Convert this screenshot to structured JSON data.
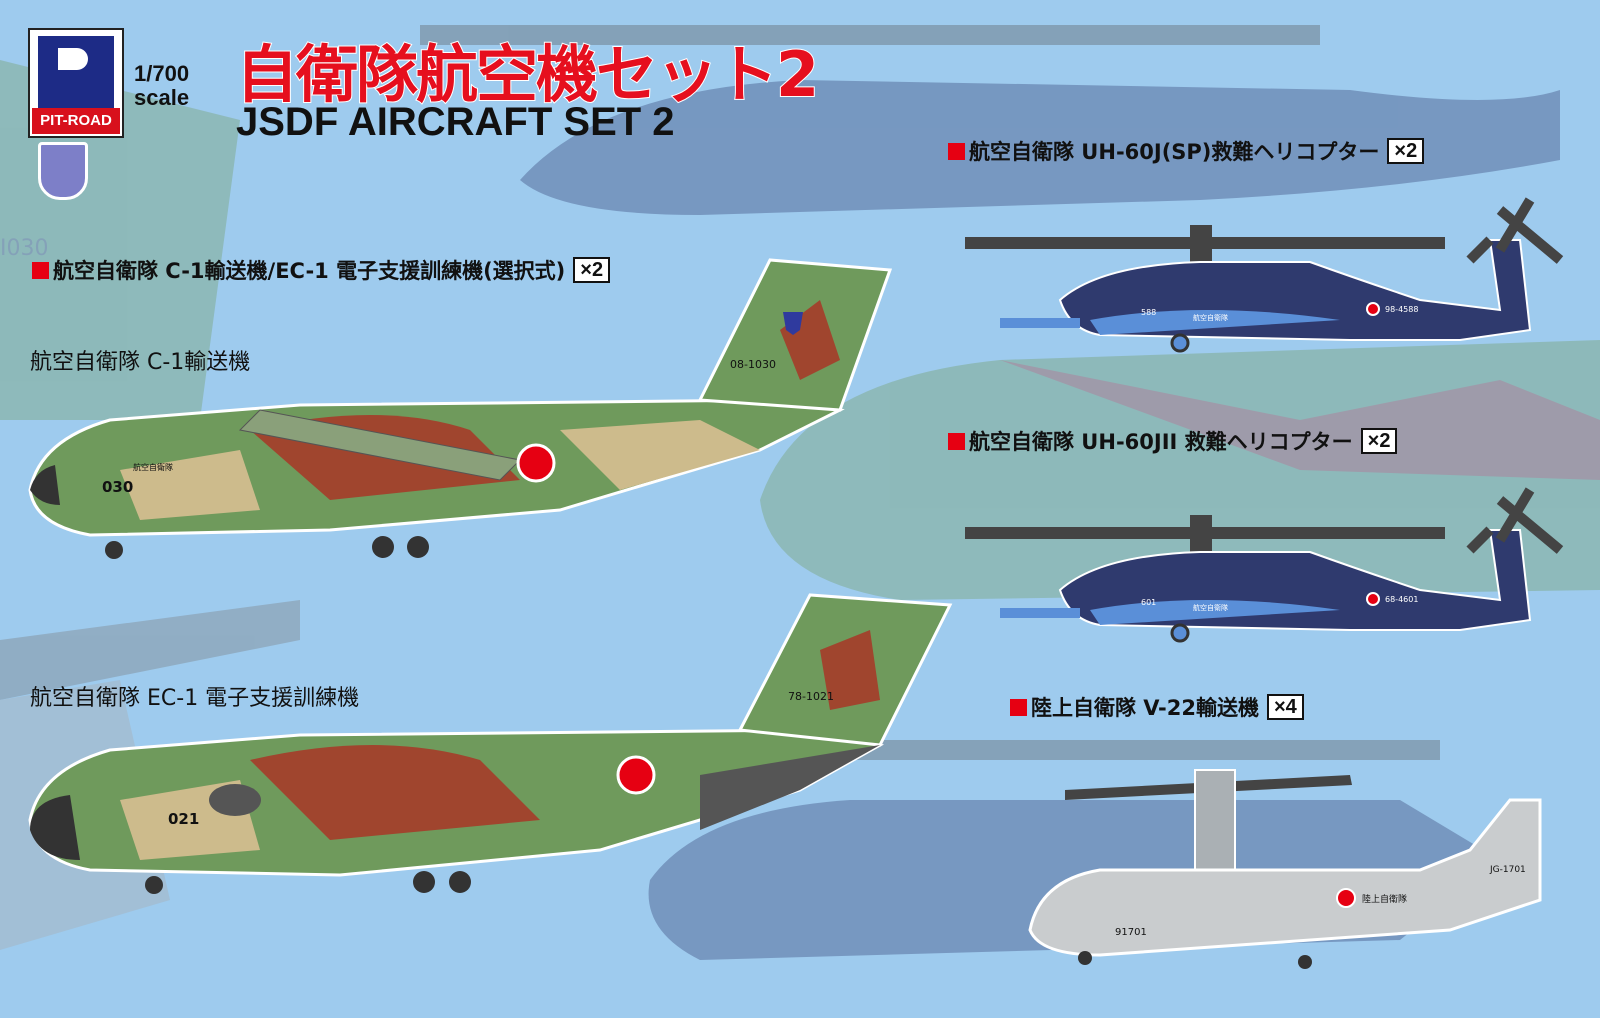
{
  "brand": {
    "logo_text": "PIT-ROAD",
    "scale_line1": "1/700",
    "scale_line2": "scale"
  },
  "title": {
    "japanese": "自衛隊航空機セット2",
    "english": "JSDF AIRCRAFT SET 2"
  },
  "colors": {
    "background": "#9ecbee",
    "title_red": "#e60f1e",
    "bullet_red": "#e60012",
    "heli_navy": "#2f3a6e",
    "camo_green": "#6f9a5c",
    "camo_brown": "#a0452e",
    "camo_tan": "#cdbb8c",
    "v22_gray": "#c9ccce"
  },
  "sections": [
    {
      "heading": "航空自衛隊 C-1輸送機/EC-1 電子支援訓練機(選択式)",
      "quantity": "×2"
    },
    {
      "heading": "航空自衛隊 UH-60J(SP)救難ヘリコプター",
      "quantity": "×2"
    },
    {
      "heading": "航空自衛隊 UH-60JII 救難ヘリコプター",
      "quantity": "×2"
    },
    {
      "heading": "陸上自衛隊 V-22輸送機",
      "quantity": "×4"
    }
  ],
  "labels": {
    "c1": "航空自衛隊 C-1輸送機",
    "ec1": "航空自衛隊 EC-1 電子支援訓練機"
  },
  "markings": {
    "c1_nose": "030",
    "c1_tail": "08-1030",
    "c1_side": "航空自衛隊",
    "ec1_nose": "021",
    "ec1_tail": "78-1021",
    "uh60sp_nose": "588",
    "uh60sp_tail": "98-4588",
    "uh60sp_side": "航空自衛隊",
    "uh60jii_nose": "601",
    "uh60jii_tail": "68-4601",
    "uh60jii_side": "航空自衛隊",
    "v22_nose": "91701",
    "v22_tail": "JG-1701",
    "v22_side": "陸上自衛隊",
    "bg_tail": "I030"
  }
}
